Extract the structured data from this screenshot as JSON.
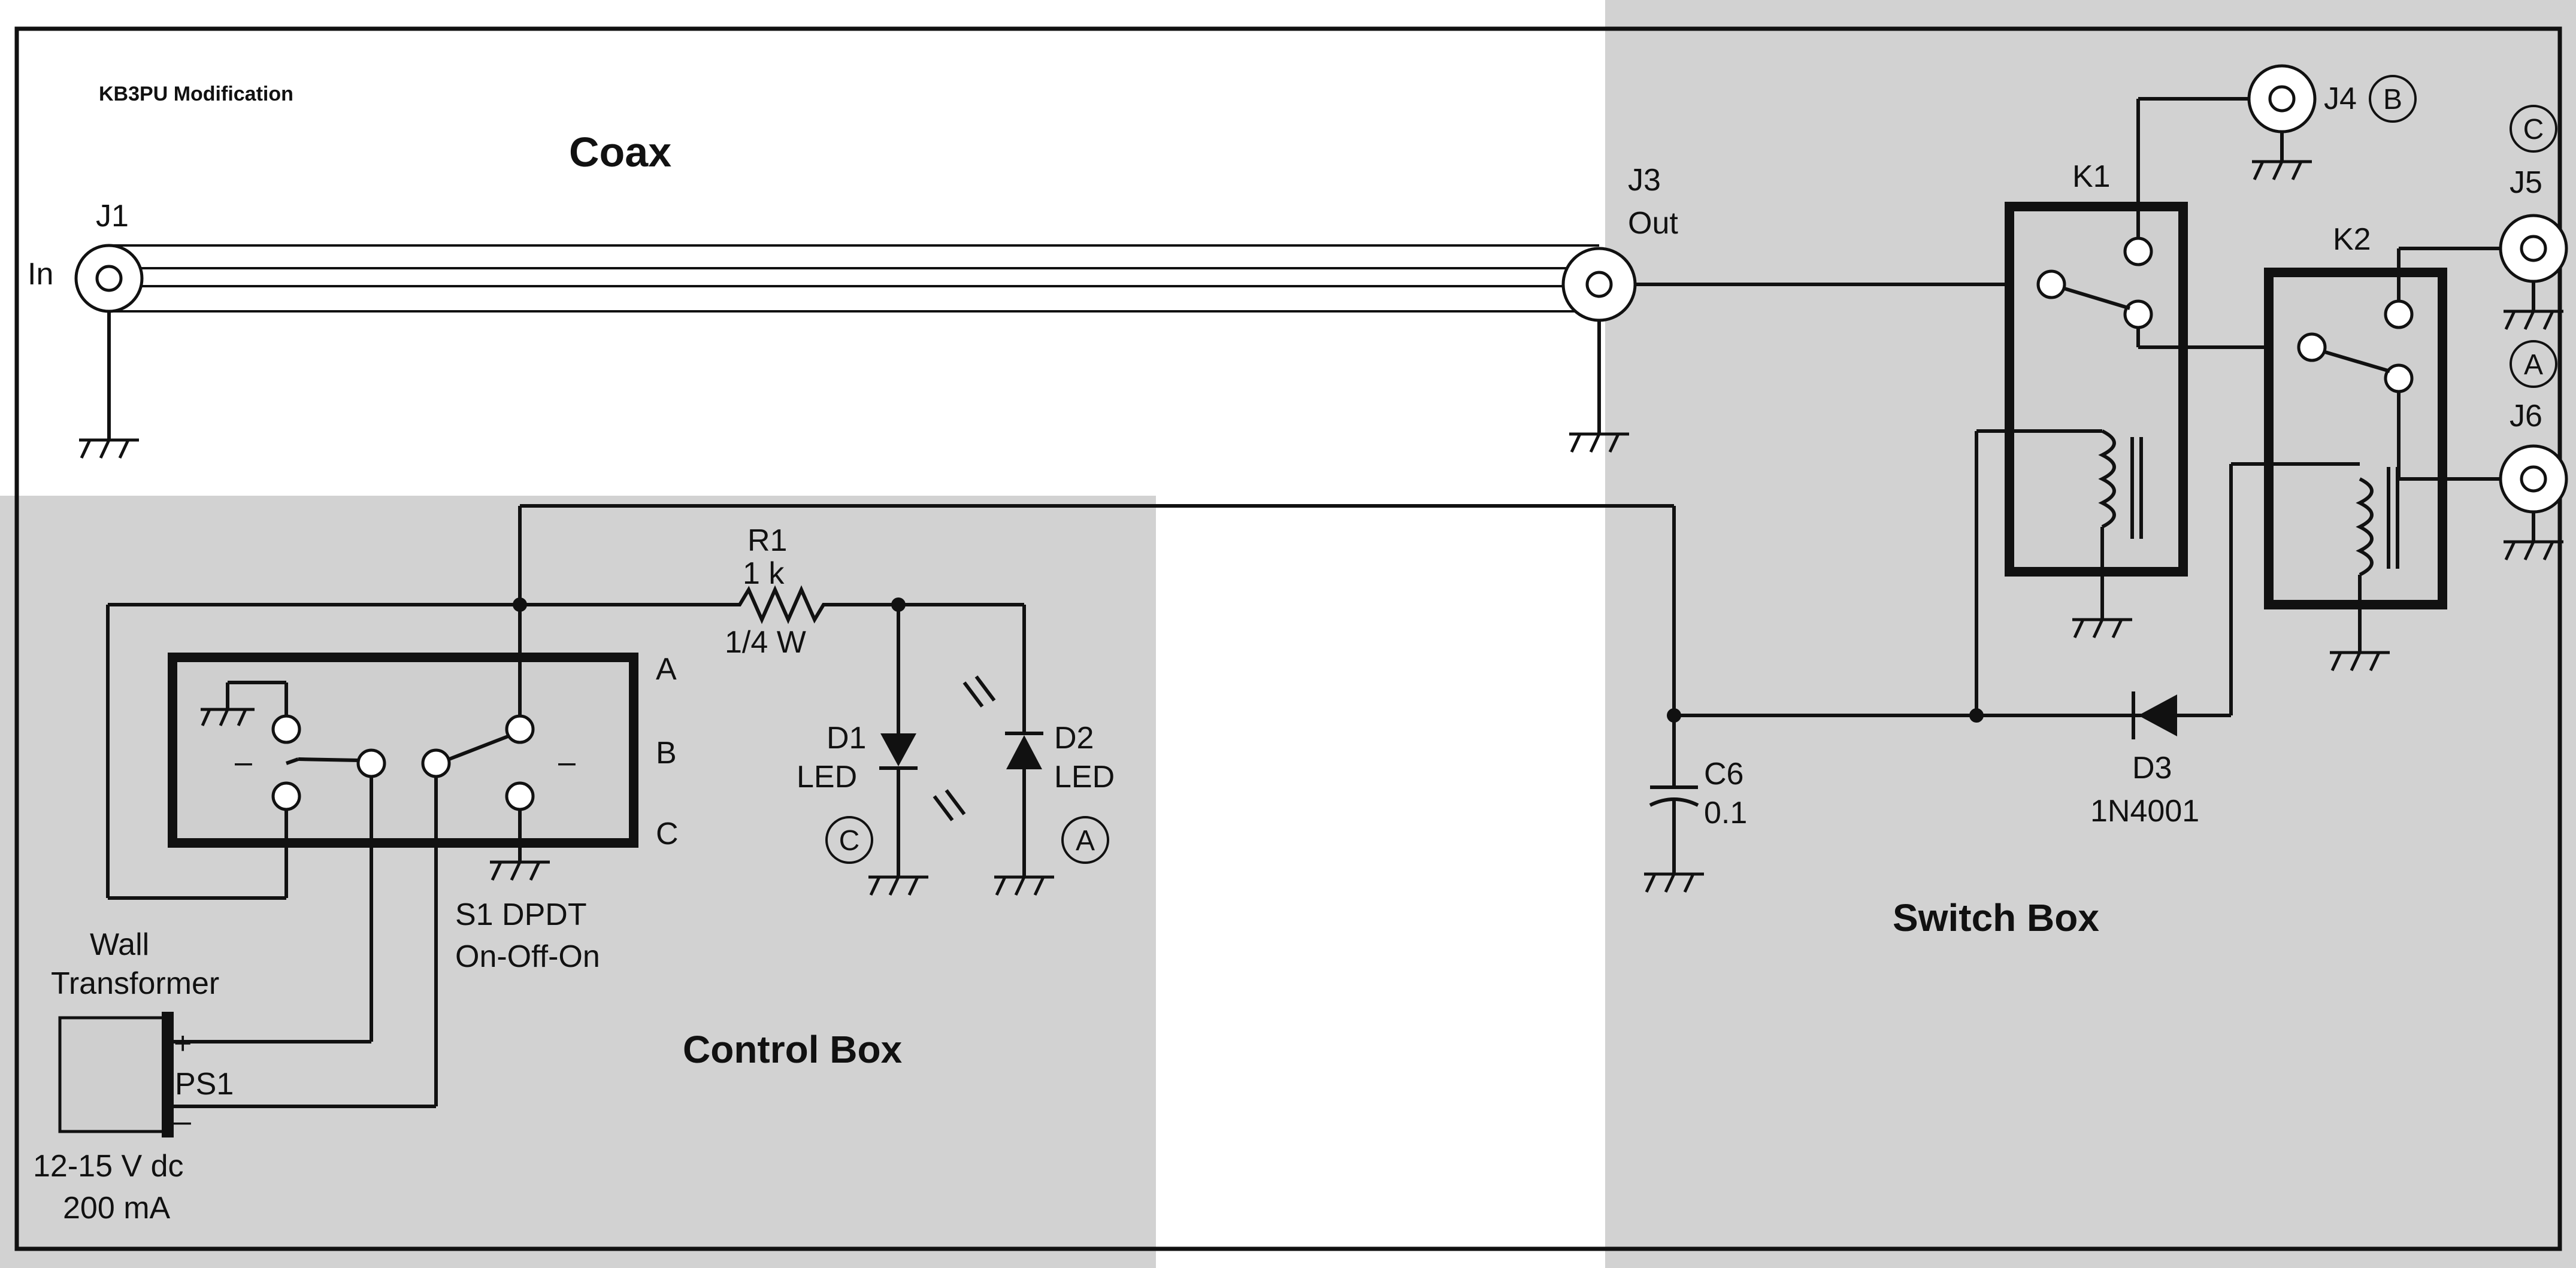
{
  "title": "Coax",
  "modification_note": "KB3PU Modification",
  "regions": {
    "control_box": "Control Box",
    "switch_box": "Switch Box"
  },
  "jacks": {
    "j1": {
      "ref": "J1",
      "label": "In"
    },
    "j3": {
      "ref": "J3",
      "label": "Out"
    },
    "j4": {
      "ref": "J4"
    },
    "j5": {
      "ref": "J5"
    },
    "j6": {
      "ref": "J6"
    }
  },
  "relays": {
    "k1": "K1",
    "k2": "K2"
  },
  "resistor": {
    "ref": "R1",
    "value": "1 k",
    "power": "1/4 W"
  },
  "capacitor": {
    "ref": "C6",
    "value": "0.1"
  },
  "leds": {
    "d1": {
      "ref": "D1",
      "type": "LED"
    },
    "d2": {
      "ref": "D2",
      "type": "LED"
    }
  },
  "diode": {
    "ref": "D3",
    "part": "1N4001"
  },
  "switch": {
    "ref": "S1 DPDT",
    "mode": "On-Off-On",
    "positions": [
      "A",
      "B",
      "C"
    ],
    "minus": "–"
  },
  "power_supply": {
    "line1": "Wall",
    "line2": "Transformer",
    "ref": "PS1",
    "plus": "+",
    "minus": "–",
    "voltage": "12-15 V dc",
    "current": "200 mA"
  },
  "markers": {
    "a": "A",
    "b": "B",
    "c": "C"
  },
  "colors": {
    "shade": "#d2d2d2",
    "relay_fill": "#cfcfcf",
    "ink": "#111111"
  }
}
